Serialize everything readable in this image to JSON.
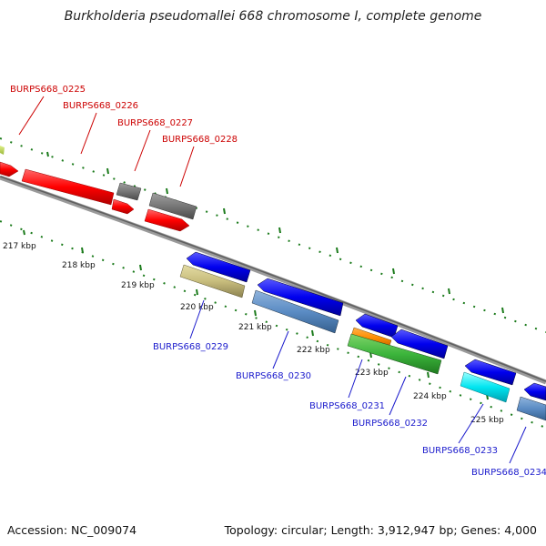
{
  "title": "Burkholderia pseudomallei 668 chromosome I, complete genome",
  "footer": {
    "accession": "Accession: NC_009074",
    "summary": "Topology: circular; Length: 3,912,947 bp; Genes: 4,000"
  },
  "ticks": [
    "217 kbp",
    "218 kbp",
    "219 kbp",
    "220 kbp",
    "221 kbp",
    "222 kbp",
    "223 kbp",
    "224 kbp",
    "225 kbp"
  ],
  "labels_top": [
    "BURPS668_0225",
    "BURPS668_0226",
    "BURPS668_0227",
    "BURPS668_0228"
  ],
  "labels_bottom": [
    "BURPS668_0229",
    "BURPS668_0230",
    "BURPS668_0231",
    "BURPS668_0232",
    "BURPS668_0233",
    "BURPS668_0234"
  ],
  "colors": {
    "forward_cds": "#ff0000",
    "reverse_cds": "#0000ee",
    "grey_feature": "#777777",
    "backbone": "#8a8a8a",
    "tick_mark": "#1a7a1a"
  }
}
